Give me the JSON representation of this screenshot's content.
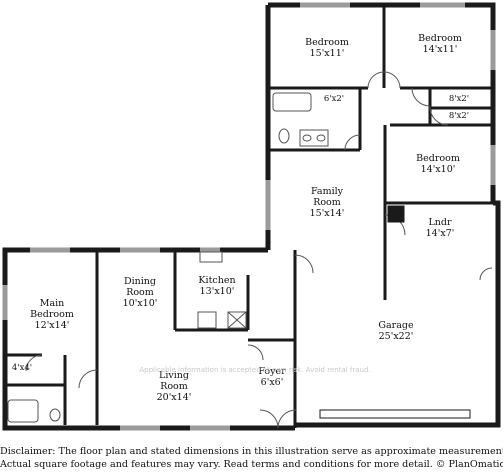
{
  "rooms": {
    "bedroom_1": {
      "name": "Bedroom",
      "dims": "15'x11'"
    },
    "bedroom_2": {
      "name": "Bedroom",
      "dims": "14'x11'"
    },
    "closet_bath": {
      "dims": "6'x2'"
    },
    "closet_a": {
      "dims": "8'x2'"
    },
    "closet_b": {
      "dims": "8'x2'"
    },
    "bedroom_3": {
      "name": "Bedroom",
      "dims": "14'x10'"
    },
    "family_room": {
      "name": "Family Room",
      "dims": "15'x14'"
    },
    "laundry": {
      "name": "Lndr",
      "dims": "14'x7'"
    },
    "main_bedroom": {
      "name": "Main Bedroom",
      "dims": "12'x14'"
    },
    "main_closet": {
      "dims": "4'x4'"
    },
    "dining_room": {
      "name": "Dining Room",
      "dims": "10'x10'"
    },
    "kitchen": {
      "name": "Kitchen",
      "dims": "13'x10'"
    },
    "garage": {
      "name": "Garage",
      "dims": "25'x22'"
    },
    "foyer": {
      "name": "Foyer",
      "dims": "6'x6'"
    },
    "living_room": {
      "name": "Living Room",
      "dims": "20'x14'"
    }
  },
  "watermark": "Applicable information is accepted at own risk. Avoid rental fraud.",
  "disclaimer": {
    "line1": "Disclaimer: The floor plan and stated dimensions in this illustration serve as approximate measurements.",
    "line2": "Actual square footage and features may vary. Read terms and conditions for more detail. © PlanOmatic"
  },
  "colors": {
    "wall": "#1a1a1a",
    "fixture": "#555555",
    "window": "#9a9a9a"
  }
}
